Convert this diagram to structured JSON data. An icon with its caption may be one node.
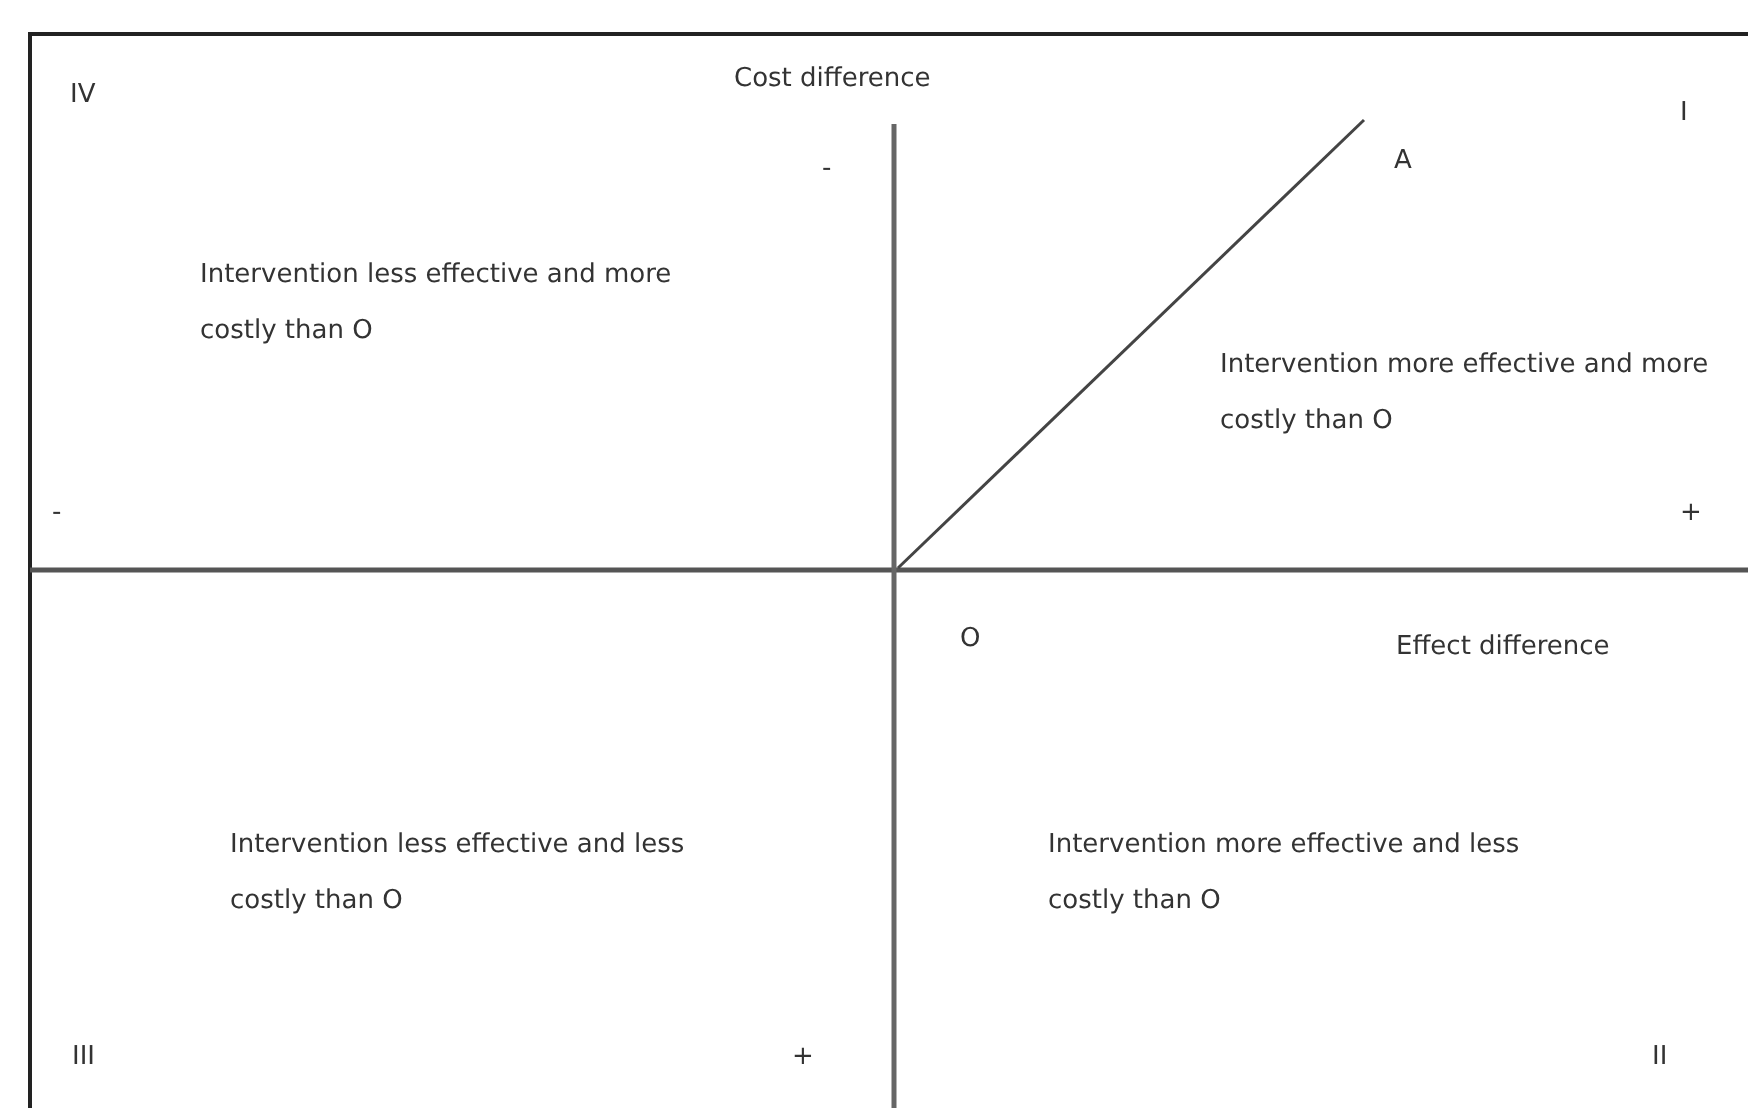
{
  "diagram": {
    "labels": [
      "Cost difference",
      "IV",
      "I",
      "-",
      "A",
      "Intervention less effective and more costly than O",
      "Intervention more effective and more costly than O",
      "-",
      "+",
      "O",
      "Effect difference",
      "Intervention less effective and less costly than O",
      "Intervention more effective and less costly than O",
      "III",
      "+",
      "II"
    ]
  }
}
